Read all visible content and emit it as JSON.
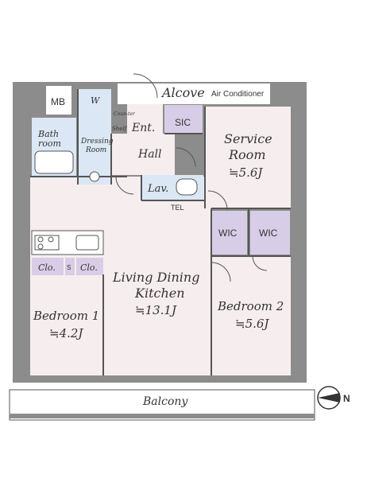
{
  "colors": {
    "wall": "#8c8c8c",
    "room_pink": "#f6eeee",
    "wet_blue": "#dbe7f4",
    "storage_purple": "#d8cde6",
    "line": "#555555",
    "text": "#333333"
  },
  "rooms": {
    "mb": "MB",
    "w": "W",
    "counter": "Coun-ter",
    "shelf": "Shelf",
    "ent": "Ent.",
    "sic": "SIC",
    "alcove": "Alcove",
    "air_conditioner": "Air Conditioner",
    "bath_line1": "Bath",
    "bath_line2": "room",
    "dressing_line1": "Dressing",
    "dressing_line2": "Room",
    "hall": "Hall",
    "service_line1": "Service",
    "service_line2": "Room",
    "service_size": "≒5.6J",
    "lav": "Lav.",
    "tel": "TEL",
    "wic": "WIC",
    "clo": "Clo.",
    "s": "S",
    "ldk_line1": "Living Dining",
    "ldk_line2": "Kitchen",
    "ldk_size": "≒13.1J",
    "bed1_line1": "Bedroom 1",
    "bed1_size": "≒4.2J",
    "bed2_line1": "Bedroom 2",
    "bed2_size": "≒5.6J",
    "balcony": "Balcony"
  },
  "compass": {
    "icon": "north-compass-icon",
    "label": "N"
  }
}
